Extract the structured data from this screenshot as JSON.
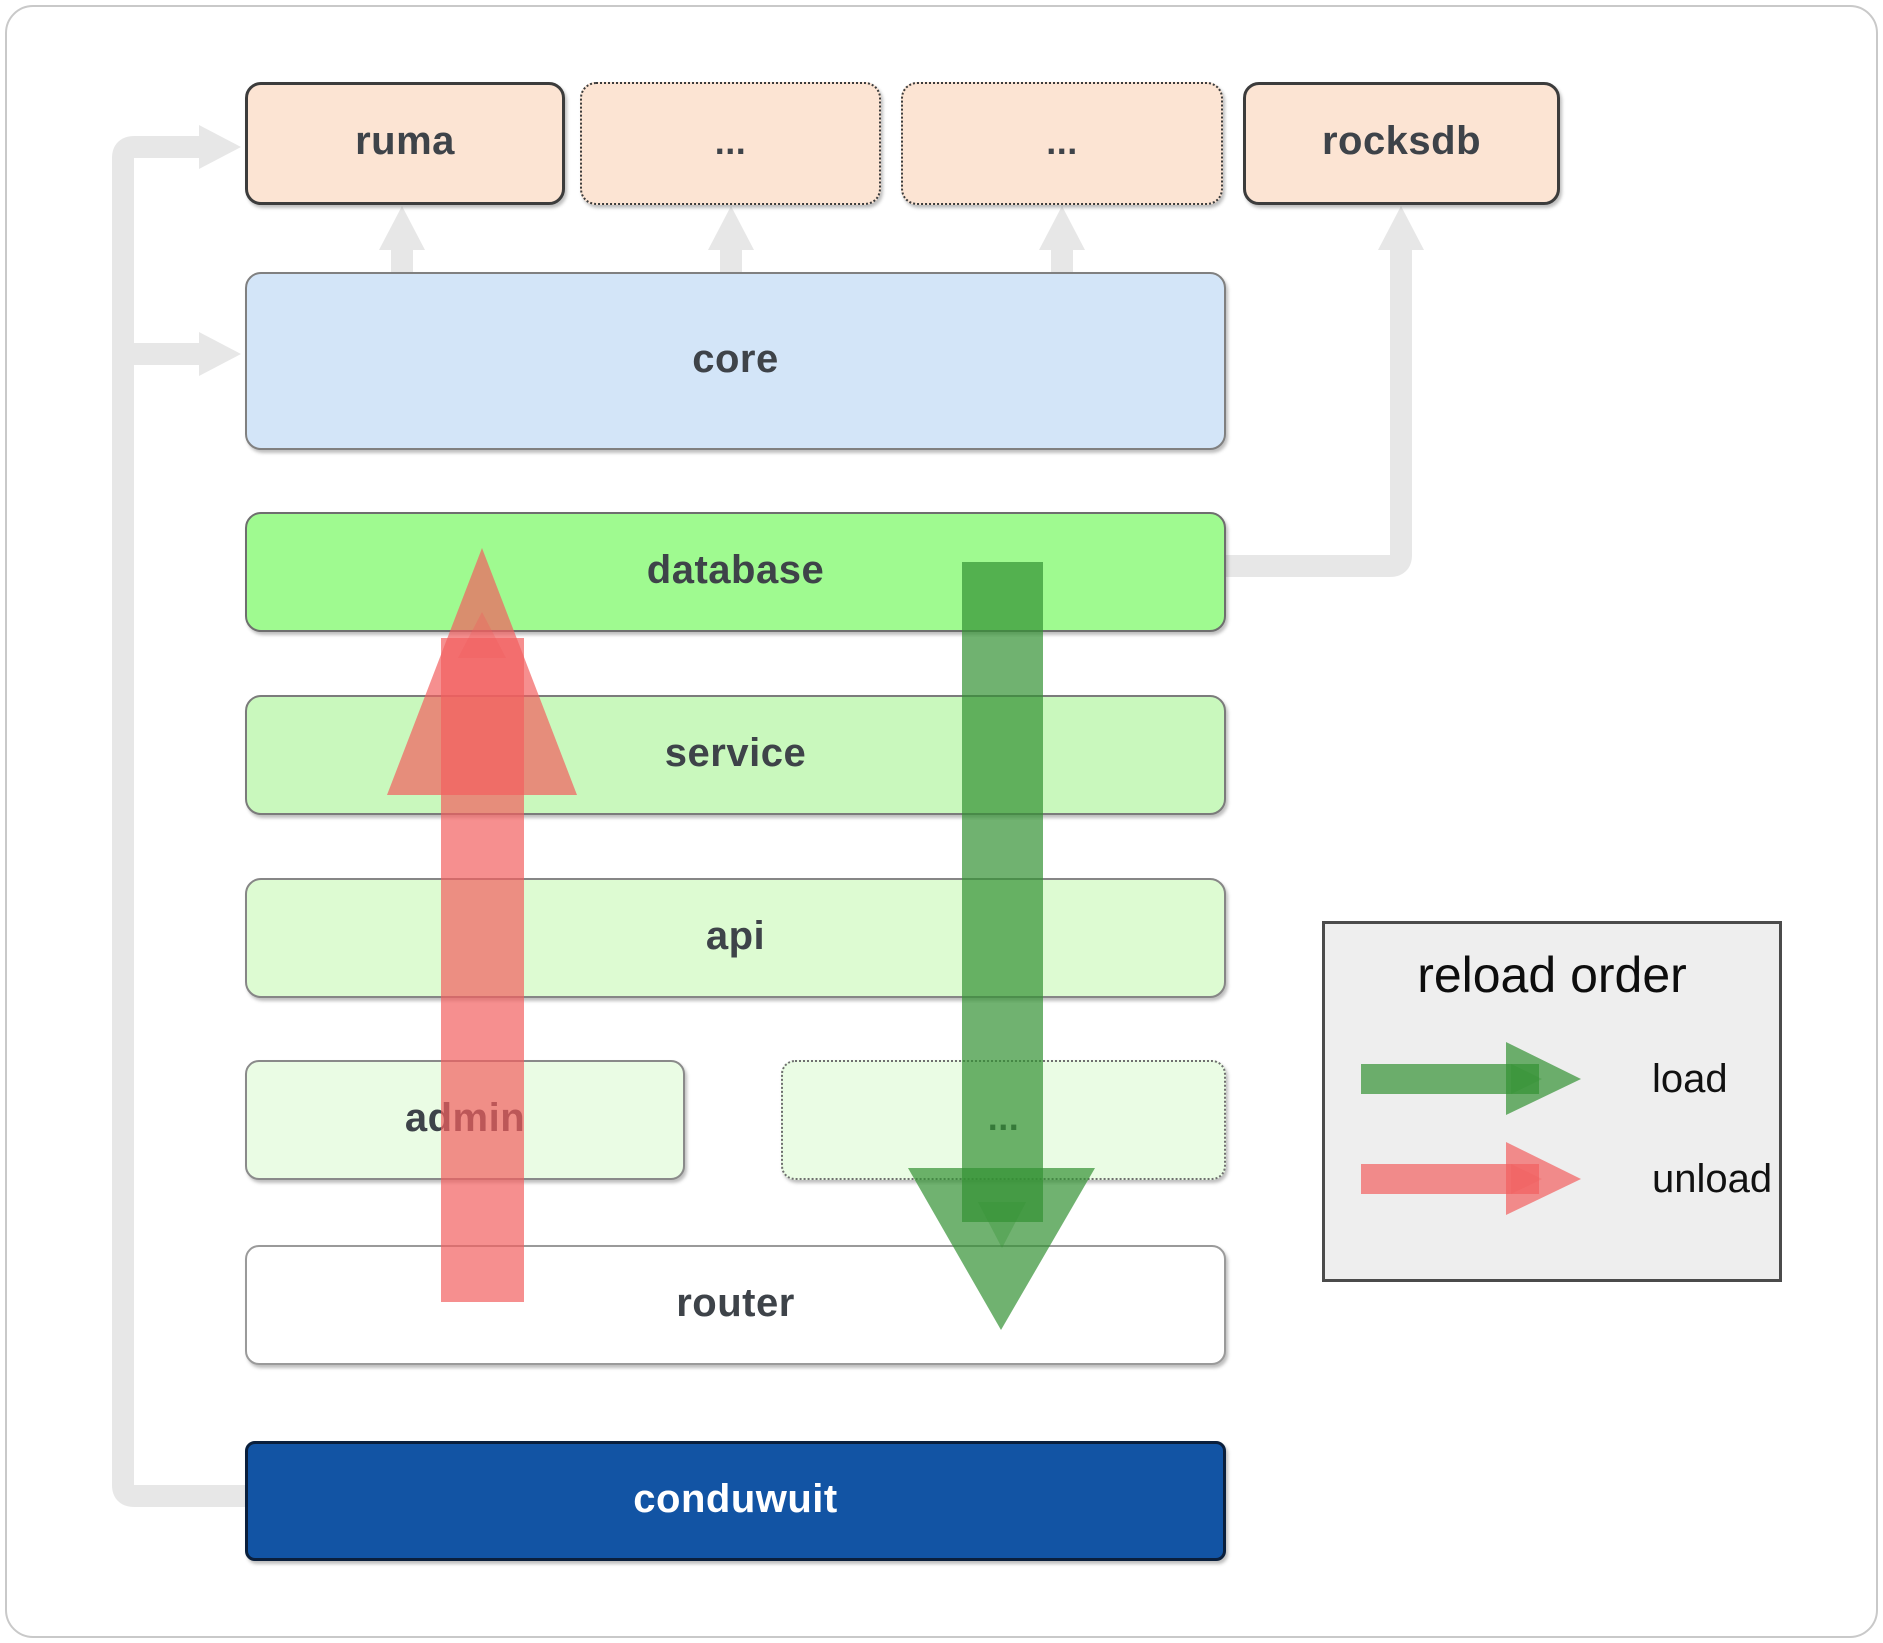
{
  "diagram": {
    "boxes": {
      "ruma": {
        "label": "ruma",
        "fill": "#fce4d3"
      },
      "ellipsis1": {
        "label": "...",
        "fill": "#fce4d3"
      },
      "ellipsis2": {
        "label": "...",
        "fill": "#fce4d3"
      },
      "rocksdb": {
        "label": "rocksdb",
        "fill": "#fce4d3"
      },
      "core": {
        "label": "core",
        "fill": "#d3e5f8"
      },
      "database": {
        "label": "database",
        "fill": "#9ffa90"
      },
      "service": {
        "label": "service",
        "fill": "#c9f8bd"
      },
      "api": {
        "label": "api",
        "fill": "#ddfbd2"
      },
      "admin": {
        "label": "admin",
        "fill": "#eafce4"
      },
      "ellipsis3": {
        "label": "...",
        "fill": "#eafce4"
      },
      "router": {
        "label": "router",
        "fill": "#ffffff"
      },
      "conduwuit": {
        "label": "conduwuit",
        "fill": "#1254a4"
      }
    },
    "colors": {
      "load_arrow": "#339233",
      "unload_arrow": "#f25f5f",
      "connector": "#e7e7e7",
      "text": "#3e4349"
    }
  },
  "legend": {
    "title": "reload order",
    "items": {
      "load": {
        "label": "load",
        "arrow_color": "#339233"
      },
      "unload": {
        "label": "unload",
        "arrow_color": "#f25f5f"
      }
    }
  }
}
